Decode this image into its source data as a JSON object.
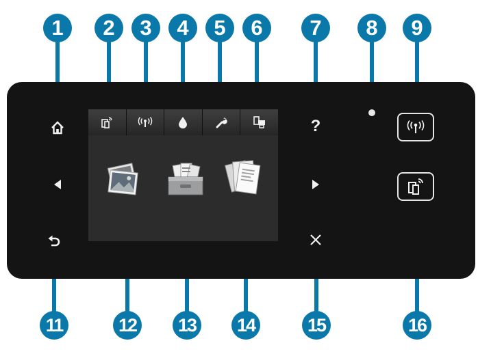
{
  "callouts": {
    "c1": "1",
    "c2": "2",
    "c3": "3",
    "c4": "4",
    "c5": "5",
    "c6": "6",
    "c7": "7",
    "c8": "8",
    "c9": "9",
    "c11": "11",
    "c12": "12",
    "c13": "13",
    "c14": "14",
    "c15": "15",
    "c16": "16"
  },
  "buttons": {
    "help_label": "?",
    "cancel_label": "×",
    "left_arrow": "◀",
    "right_arrow": "▶"
  },
  "icons": {
    "home": "home-icon",
    "left": "left-arrow-icon",
    "back": "back-icon",
    "mobile_print": "mobile-print-icon",
    "wireless": "wireless-icon",
    "ink": "ink-drop-icon",
    "setup": "wrench-icon",
    "eprint": "eprint-icon",
    "help": "help-icon",
    "right": "right-arrow-icon",
    "cancel": "close-icon",
    "photo_app": "photo-app-icon",
    "copy_scan_app": "file-box-app-icon",
    "docs_app": "documents-app-icon"
  },
  "colors": {
    "callout_blue": "#0a78a8",
    "panel": "#141414",
    "screen": "#2c2c2c",
    "glyph": "#f0f0f0"
  }
}
